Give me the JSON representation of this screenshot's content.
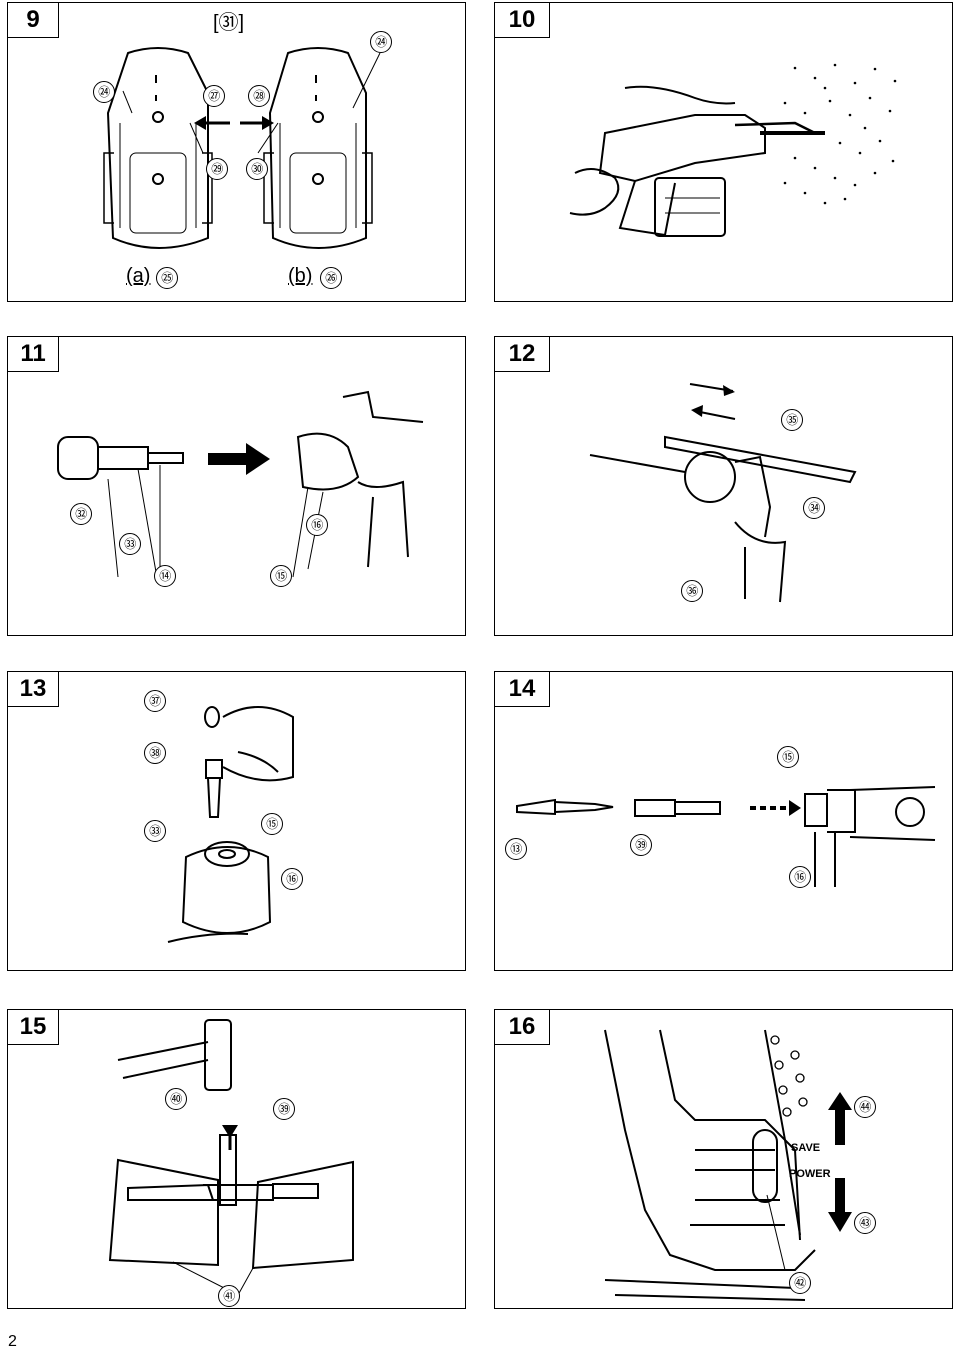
{
  "page_number": "2",
  "figures": [
    {
      "number": "9",
      "top_label": "[㉛]",
      "variants": [
        "(a)",
        "(b)"
      ],
      "callouts": [
        "㉔",
        "㉗",
        "㉘",
        "㉔",
        "㉙",
        "㉚",
        "㉕",
        "㉖"
      ]
    },
    {
      "number": "10",
      "callouts": []
    },
    {
      "number": "11",
      "callouts": [
        "㉜",
        "㉝",
        "⑭",
        "⑮",
        "⑯"
      ]
    },
    {
      "number": "12",
      "callouts": [
        "㉟",
        "㉞",
        "㊱"
      ]
    },
    {
      "number": "13",
      "callouts": [
        "㊲",
        "㊳",
        "㉝",
        "⑮",
        "⑯"
      ]
    },
    {
      "number": "14",
      "callouts": [
        "⑮",
        "⑬",
        "㊴",
        "⑯"
      ]
    },
    {
      "number": "15",
      "callouts": [
        "㊵",
        "㊴",
        "㊶"
      ]
    },
    {
      "number": "16",
      "callouts": [
        "㊹",
        "㊸",
        "㊷"
      ],
      "switch_labels": [
        "SAVE",
        "POWER"
      ]
    }
  ]
}
